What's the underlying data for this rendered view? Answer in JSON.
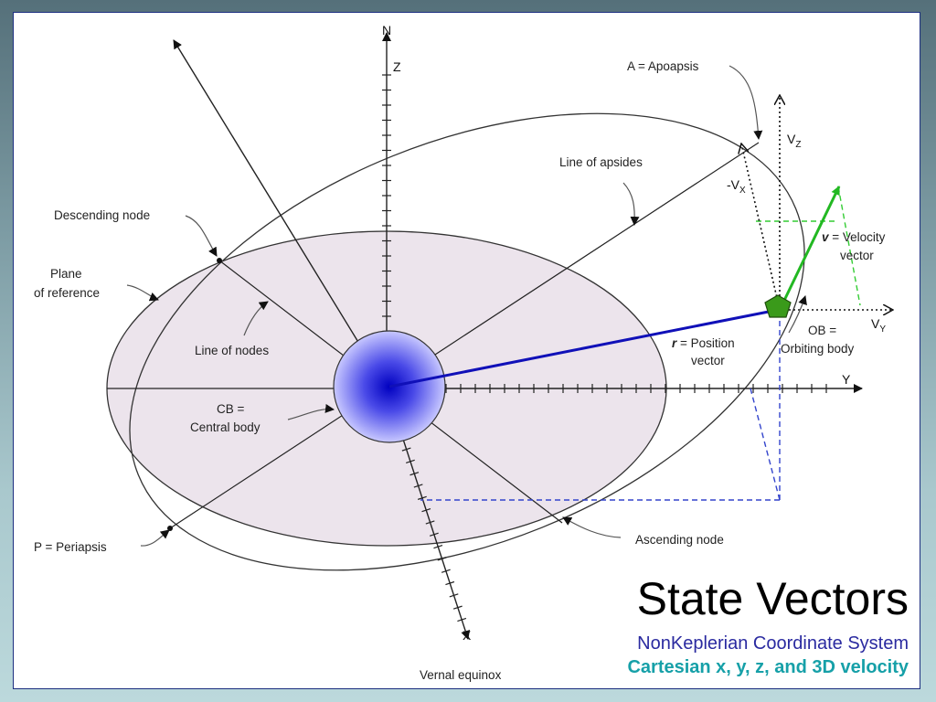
{
  "title": "State Vectors",
  "subtitle_primary": "NonKeplerian Coordinate System",
  "subtitle_secondary": "Cartesian x, y, z, and 3D velocity",
  "axes": {
    "n": "N",
    "z": "Z",
    "y": "Y",
    "x": "X",
    "vz": "V",
    "vz_sub": "Z",
    "vy": "V",
    "vy_sub": "Y",
    "neg_vx": "-V",
    "neg_vx_sub": "X"
  },
  "labels": {
    "apoapsis": "A = Apoapsis",
    "line_of_apsides": "Line of apsides",
    "descending_node": "Descending node",
    "plane_of_reference_1": "Plane",
    "plane_of_reference_2": "of reference",
    "line_of_nodes": "Line of nodes",
    "central_body_1": "CB =",
    "central_body_2": "Central  body",
    "periapsis": "P = Periapsis",
    "ascending_node": "Ascending node",
    "vernal_equinox": "Vernal equinox",
    "position_symbol": "r",
    "position_1": " = Position",
    "position_2": "vector",
    "velocity_symbol": "v",
    "velocity_1": " = Velocity",
    "velocity_2": "vector",
    "orbiting_body_1": "OB =",
    "orbiting_body_2": "Orbiting body"
  },
  "colors": {
    "position_vector": "#1010b8",
    "velocity_vector": "#22b822",
    "projection_blue": "#3344cc",
    "projection_green": "#33cc33",
    "plane_fill": "#ece4ec",
    "title_subtitle": "#2a2aa0",
    "title_accent": "#16a0a8"
  }
}
